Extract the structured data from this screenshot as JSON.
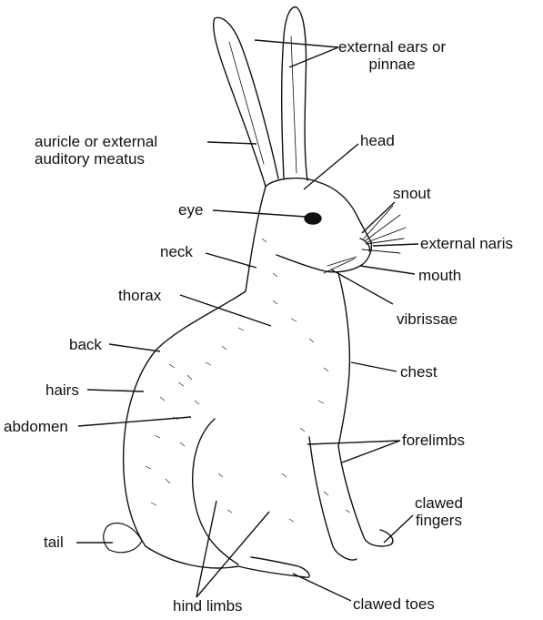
{
  "colors": {
    "ink": "#111111",
    "background": "#ffffff"
  },
  "labels": {
    "external_ears_line1": "external ears or",
    "external_ears_line2": "pinnae",
    "auricle_line1": "auricle or external",
    "auricle_line2": "auditory meatus",
    "head": "head",
    "eye": "eye",
    "snout": "snout",
    "external_naris": "external naris",
    "neck": "neck",
    "mouth": "mouth",
    "thorax": "thorax",
    "vibrissae": "vibrissae",
    "back": "back",
    "chest": "chest",
    "hairs": "hairs",
    "abdomen": "abdomen",
    "forelimbs": "forelimbs",
    "clawed_fingers_line1": "clawed",
    "clawed_fingers_line2": "fingers",
    "tail": "tail",
    "hind_limbs": "hind limbs",
    "clawed_toes": "clawed toes"
  }
}
